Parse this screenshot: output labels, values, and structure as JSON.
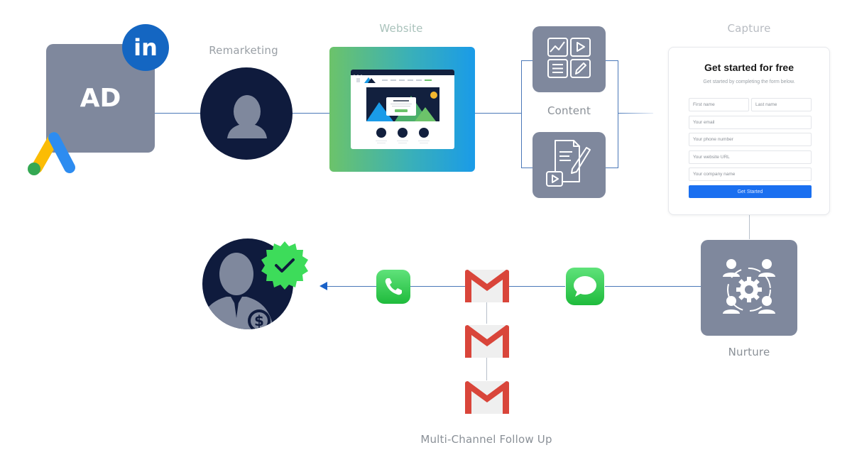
{
  "diagram": {
    "title": "Lead generation funnel",
    "stages": [
      {
        "id": "ad",
        "label": "AD",
        "channels": [
          "LinkedIn",
          "Google Ads"
        ]
      },
      {
        "id": "remarketing",
        "label": "Remarketing"
      },
      {
        "id": "website",
        "label": "Website"
      },
      {
        "id": "content",
        "label": "Content"
      },
      {
        "id": "capture",
        "label": "Capture"
      },
      {
        "id": "nurture",
        "label": "Nurture"
      },
      {
        "id": "follow_up",
        "label": "Multi-Channel Follow Up",
        "channels": [
          "Messages",
          "Gmail",
          "Gmail",
          "Gmail",
          "Phone"
        ]
      },
      {
        "id": "customer",
        "label": ""
      }
    ],
    "edges": [
      [
        "ad",
        "remarketing"
      ],
      [
        "remarketing",
        "website"
      ],
      [
        "website",
        "content"
      ],
      [
        "content",
        "capture"
      ],
      [
        "capture",
        "nurture"
      ],
      [
        "nurture",
        "follow_up"
      ],
      [
        "follow_up",
        "customer"
      ]
    ]
  },
  "ad": {
    "text": "AD",
    "linkedin_text": "in"
  },
  "labels": {
    "remarketing": "Remarketing",
    "website": "Website",
    "content": "Content",
    "capture": "Capture",
    "nurture": "Nurture",
    "follow_up": "Multi-Channel Follow Up"
  },
  "form": {
    "title": "Get started for free",
    "subtitle": "Get started by completing the form below.",
    "fields": {
      "first_name": "First name",
      "last_name": "Last name",
      "email": "Your email",
      "phone": "Your phone number",
      "website": "Your website URL",
      "company": "Your company name"
    },
    "submit": "Get Started",
    "submit_color": "#1a6ff0"
  },
  "customer": {
    "currency_symbol": "$"
  },
  "colors": {
    "slate": "#7f889d",
    "navy": "#0f1b3d",
    "connector": "#4a78b8",
    "linkedin": "#1466c2",
    "badge_green": "#3ddc5a"
  }
}
